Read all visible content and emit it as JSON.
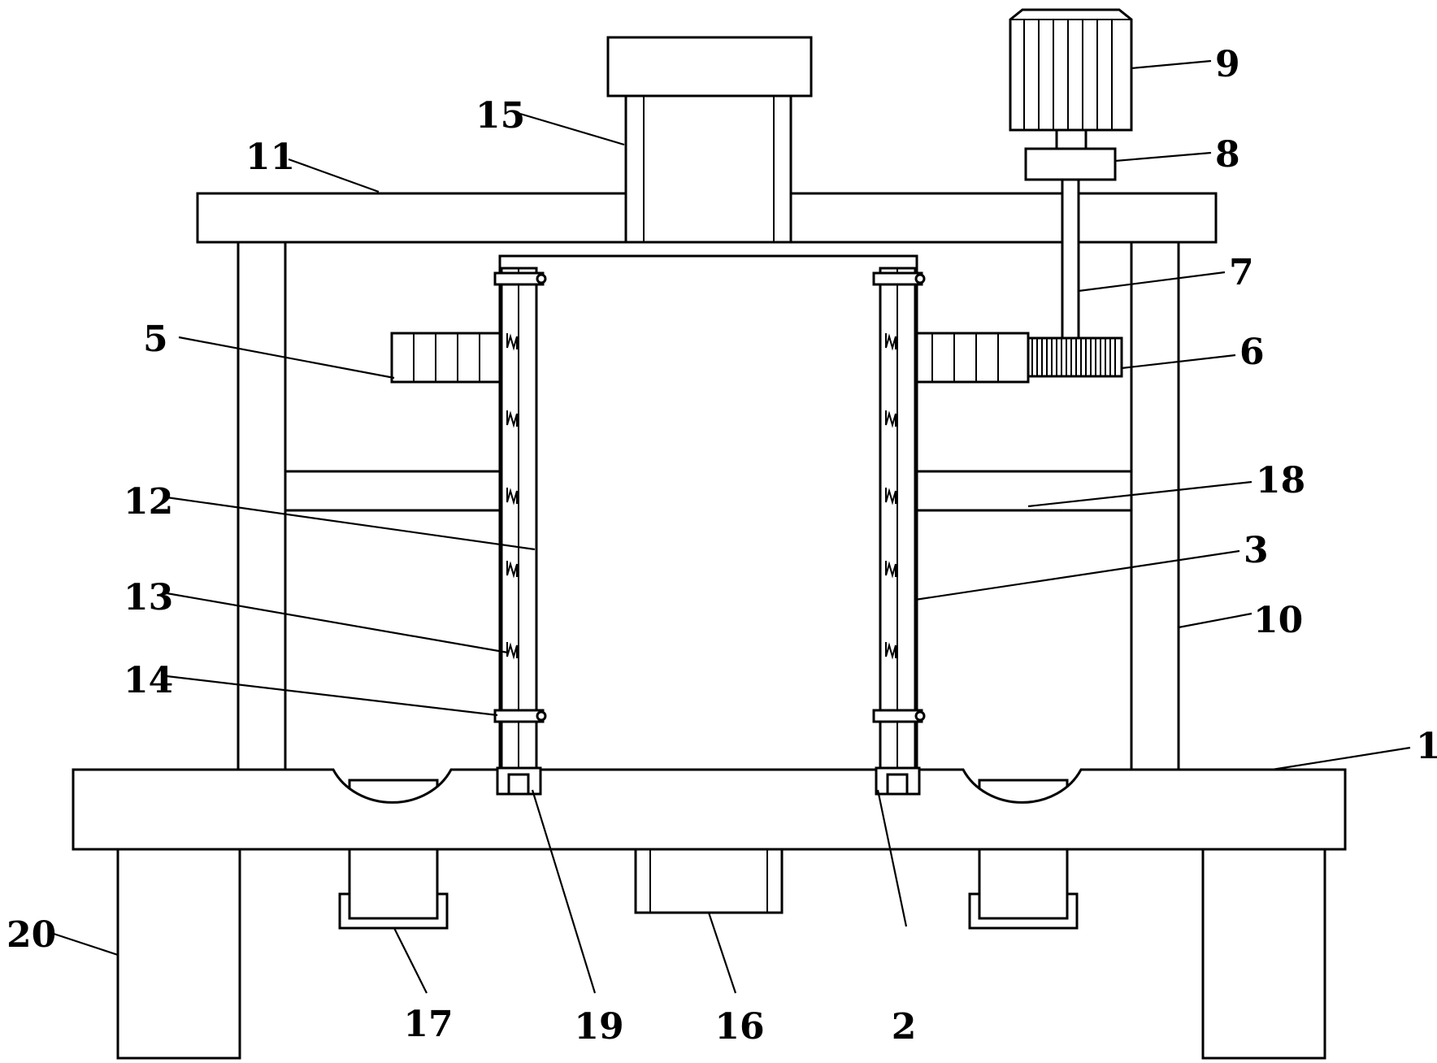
{
  "diagram": {
    "labels": {
      "l1": "1",
      "l2": "2",
      "l3": "3",
      "l5": "5",
      "l6": "6",
      "l7": "7",
      "l8": "8",
      "l9": "9",
      "l10": "10",
      "l11": "11",
      "l12": "12",
      "l13": "13",
      "l14": "14",
      "l15": "15",
      "l16": "16",
      "l17": "17",
      "l18": "18",
      "l19": "19",
      "l20": "20"
    }
  }
}
